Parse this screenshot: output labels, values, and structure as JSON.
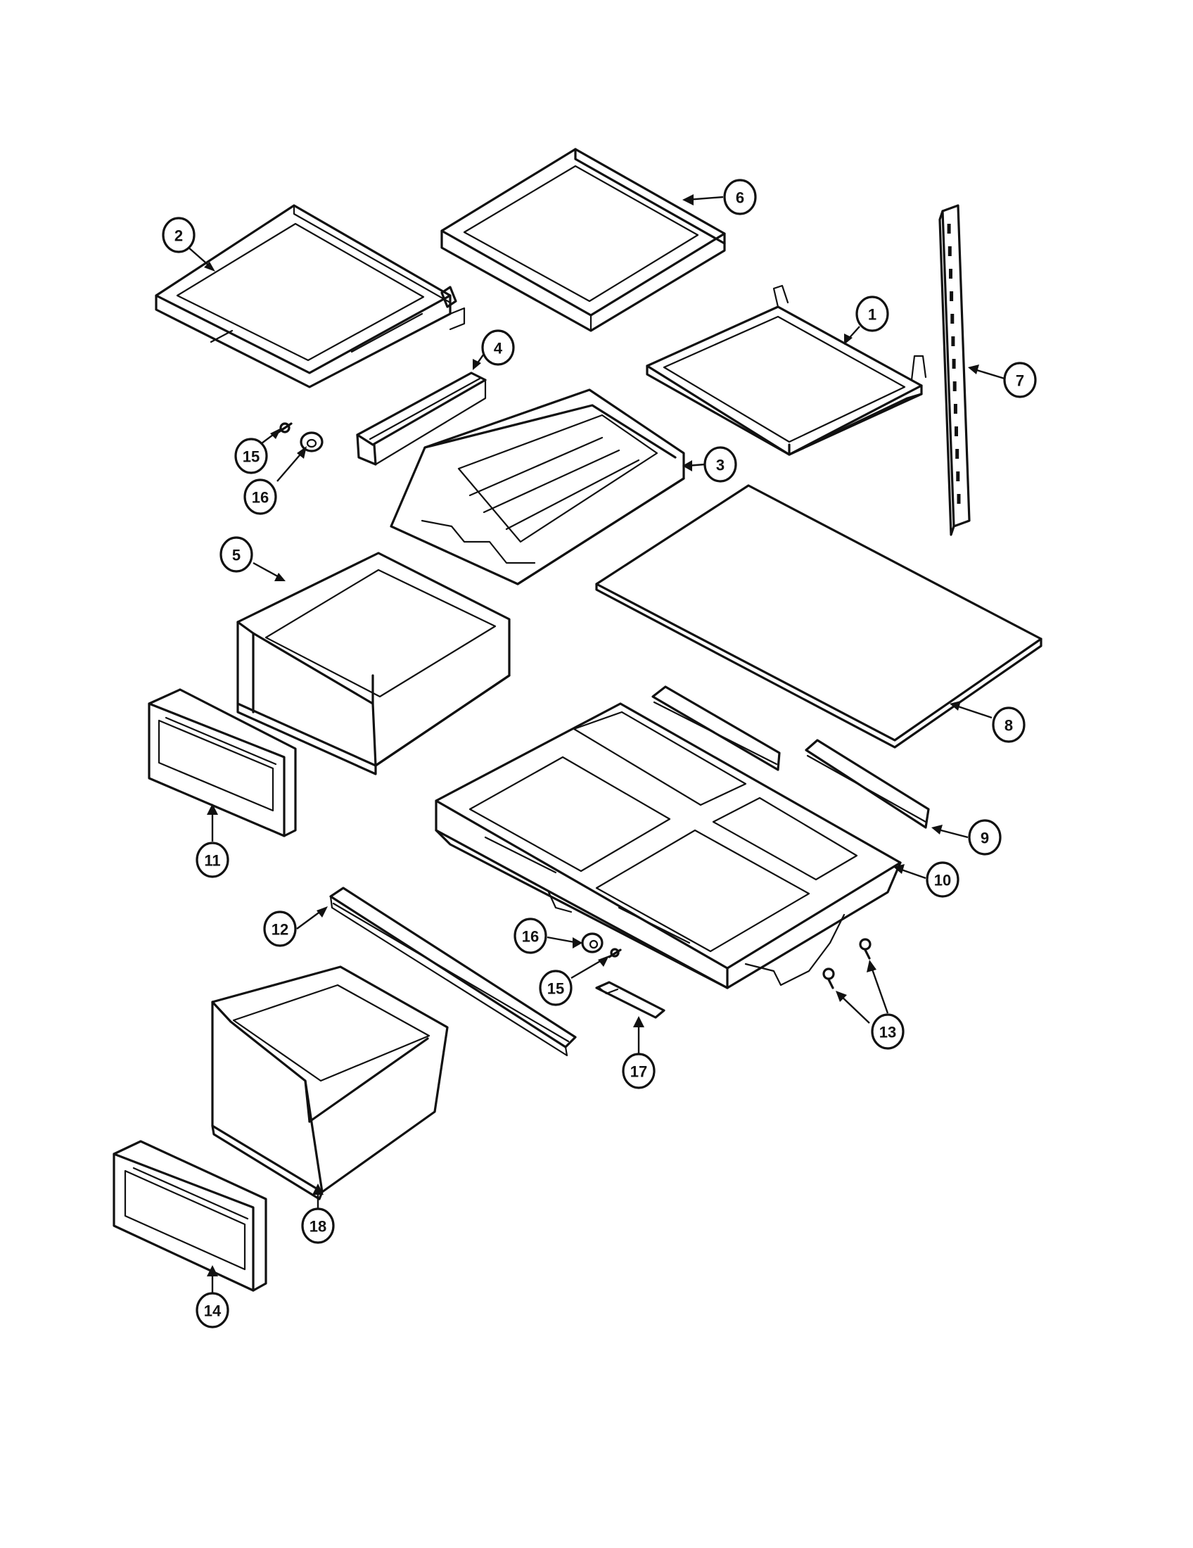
{
  "callouts": [
    {
      "id": "c1",
      "label": "1"
    },
    {
      "id": "c2",
      "label": "2"
    },
    {
      "id": "c3",
      "label": "3"
    },
    {
      "id": "c4",
      "label": "4"
    },
    {
      "id": "c5",
      "label": "5"
    },
    {
      "id": "c6",
      "label": "6"
    },
    {
      "id": "c7",
      "label": "7"
    },
    {
      "id": "c8",
      "label": "8"
    },
    {
      "id": "c9",
      "label": "9"
    },
    {
      "id": "c10",
      "label": "10"
    },
    {
      "id": "c11",
      "label": "11"
    },
    {
      "id": "c12",
      "label": "12"
    },
    {
      "id": "c13",
      "label": "13"
    },
    {
      "id": "c14",
      "label": "14"
    },
    {
      "id": "c15a",
      "label": "15"
    },
    {
      "id": "c15b",
      "label": "15"
    },
    {
      "id": "c16a",
      "label": "16"
    },
    {
      "id": "c16b",
      "label": "16"
    },
    {
      "id": "c17",
      "label": "17"
    },
    {
      "id": "c18",
      "label": "18"
    }
  ]
}
